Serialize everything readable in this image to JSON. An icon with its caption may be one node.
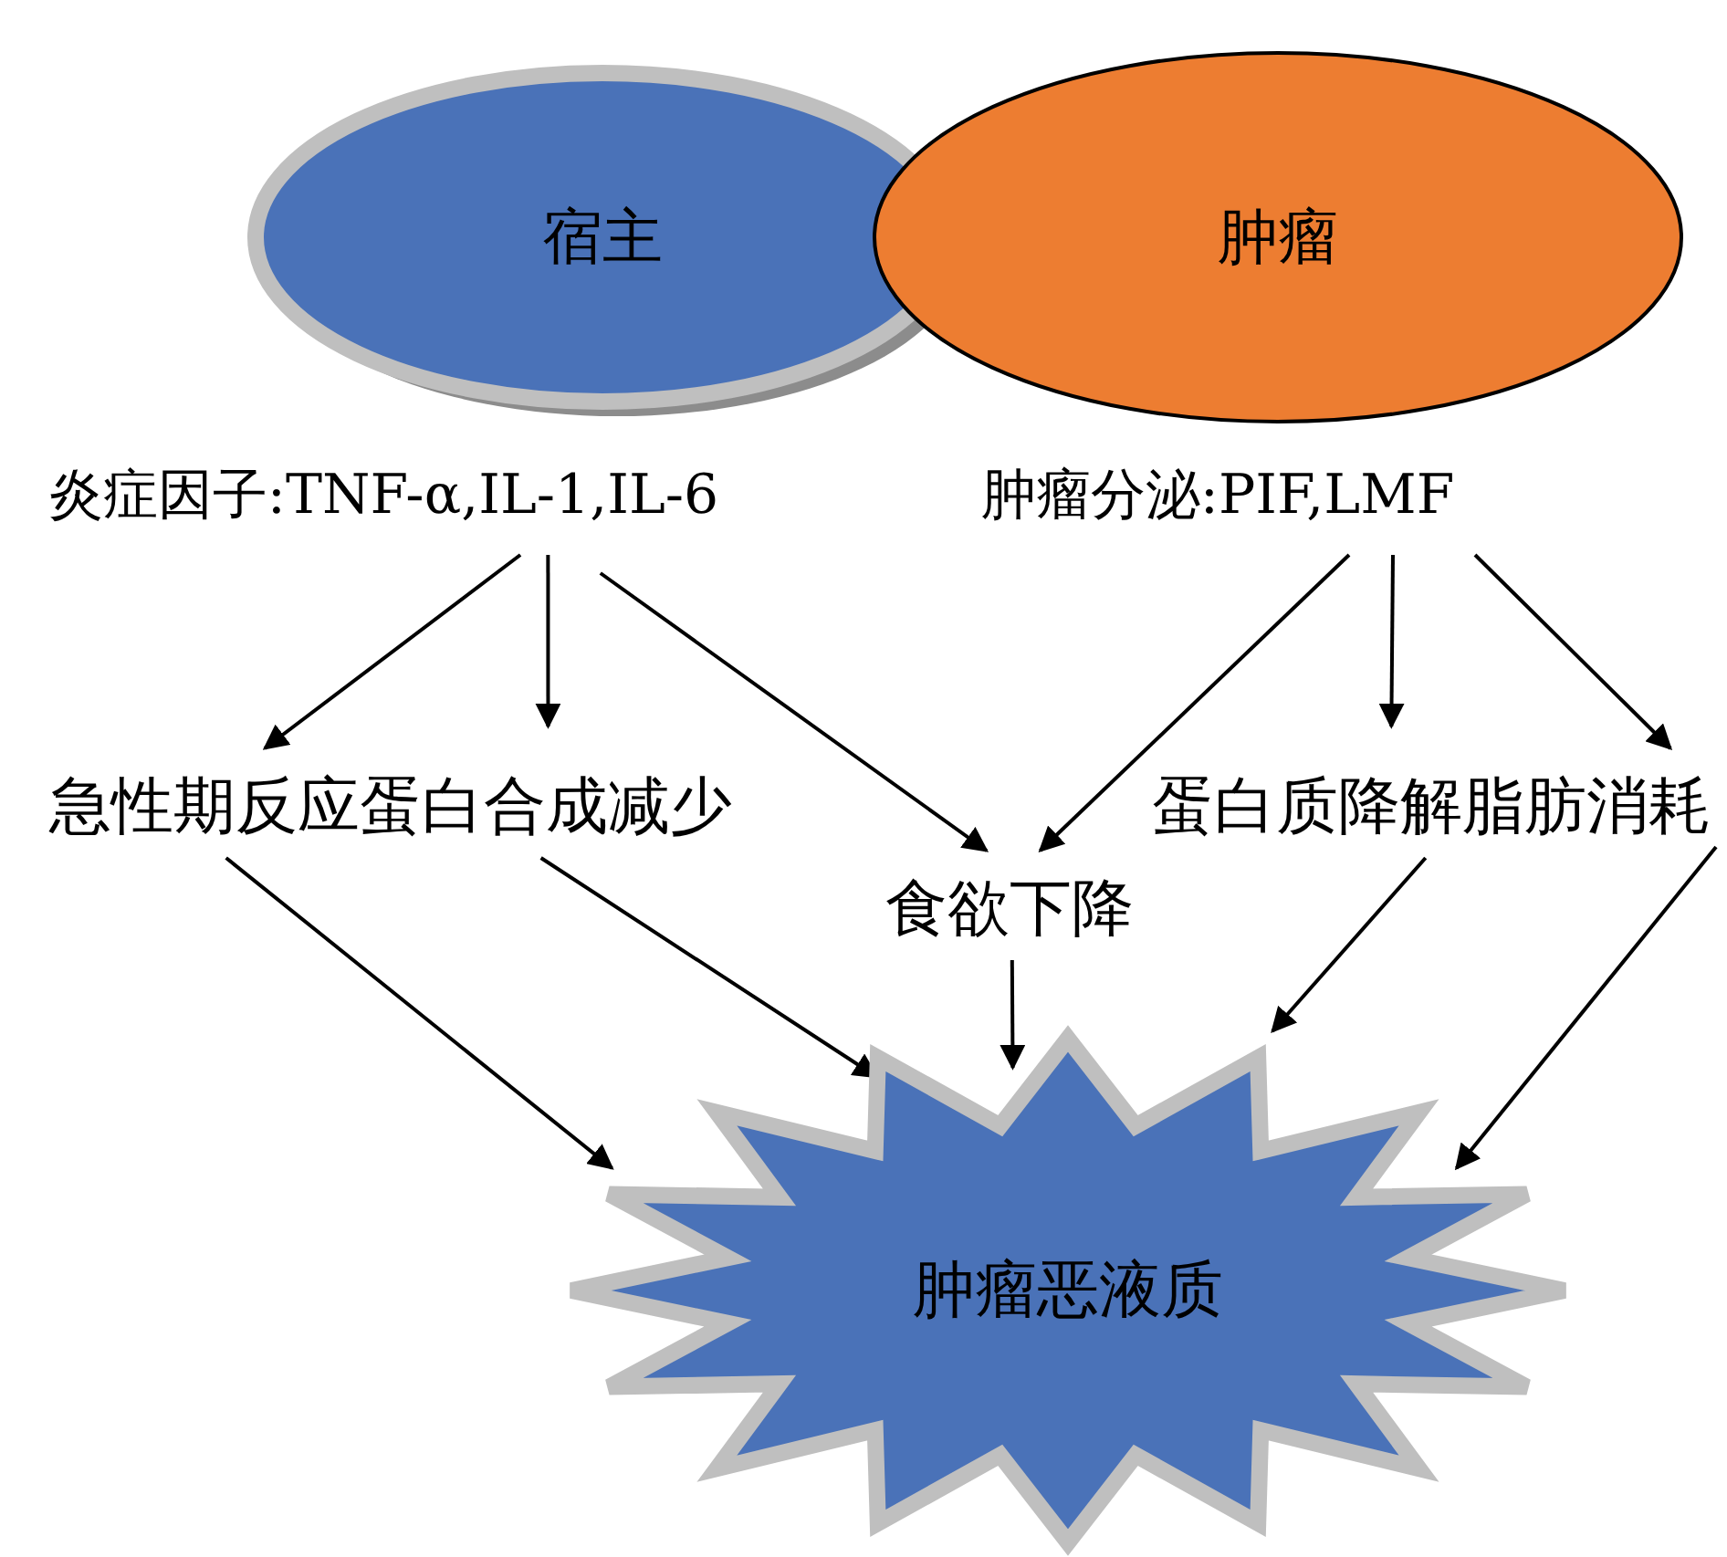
{
  "diagram": {
    "nodes": [
      {
        "text": [
          "宿主"
        ]
      },
      {
        "text": [
          "肿瘤"
        ]
      },
      {
        "text": [
          "炎症因子:TNF-α,IL-1,IL-6"
        ]
      },
      {
        "text": [
          "肿瘤分泌:PIF,LMF"
        ]
      },
      {
        "text": [
          "急性期反应蛋白合成减少"
        ]
      },
      {
        "text": [
          "食欲下降"
        ]
      },
      {
        "text": [
          "蛋白质降解脂肪消耗"
        ]
      },
      {
        "text": [
          "肿瘤恶液质"
        ]
      }
    ],
    "edges": [
      {
        "from": 2,
        "to": 4,
        "arrow": "to"
      },
      {
        "from": 2,
        "to": 4,
        "arrow": "to"
      },
      {
        "from": 2,
        "to": 5,
        "arrow": "to"
      },
      {
        "from": 3,
        "to": 5,
        "arrow": "to"
      },
      {
        "from": 3,
        "to": 6,
        "arrow": "to"
      },
      {
        "from": 3,
        "to": 6,
        "arrow": "to"
      },
      {
        "from": 4,
        "to": 7,
        "arrow": "to"
      },
      {
        "from": 4,
        "to": 7,
        "arrow": "to"
      },
      {
        "from": 5,
        "to": 7,
        "arrow": "to"
      },
      {
        "from": 6,
        "to": 7,
        "arrow": "to"
      },
      {
        "from": 6,
        "to": 7,
        "arrow": "to"
      }
    ]
  }
}
